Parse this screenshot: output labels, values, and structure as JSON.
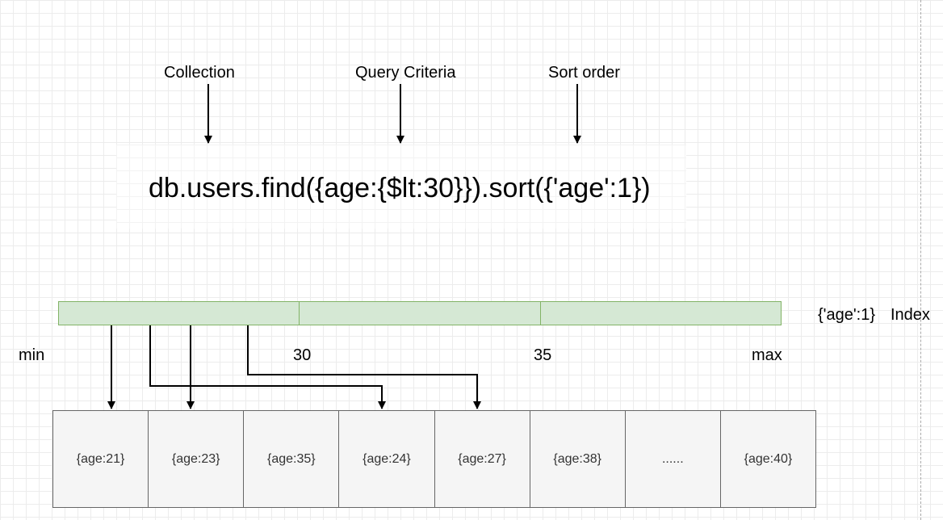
{
  "labels": {
    "collection": "Collection",
    "query_criteria": "Query Criteria",
    "sort_order": "Sort order"
  },
  "code": "db.users.find({age:{$lt:30}}).sort({'age':1})",
  "index": {
    "name": "{'age':1}",
    "label": "Index",
    "ticks": [
      "min",
      "30",
      "35",
      "max"
    ]
  },
  "documents": [
    "{age:21}",
    "{age:23}",
    "{age:35}",
    "{age:24}",
    "{age:27}",
    "{age:38}",
    "......",
    "{age:40}"
  ],
  "colors": {
    "index_fill": "#d5e8d4",
    "index_stroke": "#82b366",
    "doc_fill": "#f5f5f5",
    "doc_stroke": "#666666"
  }
}
